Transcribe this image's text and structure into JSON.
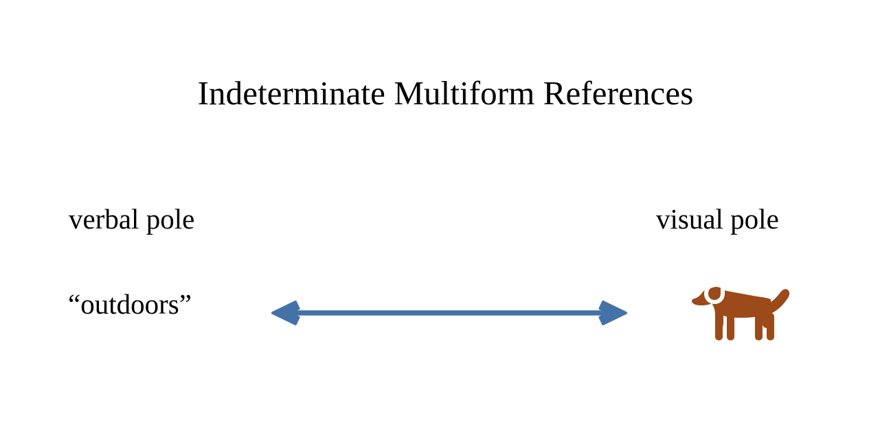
{
  "slide": {
    "title": "Indeterminate Multiform References",
    "background_color": "#FFFFFF",
    "text_color": "#000000"
  },
  "poles": {
    "left_label": "verbal pole",
    "right_label": "visual pole"
  },
  "content": {
    "verbal_term": "“outdoors”",
    "relation_arrow": {
      "icon": "double-headed-arrow-icon",
      "direction": "bidirectional",
      "color": "#4472A8"
    },
    "visual_referent": {
      "icon": "dog-icon",
      "label": "dog",
      "color": "#9C4A19"
    }
  },
  "colors": {
    "arrow_blue": "#4472A8",
    "dog_brown": "#9C4A19",
    "background": "#FFFFFF",
    "text": "#000000"
  }
}
